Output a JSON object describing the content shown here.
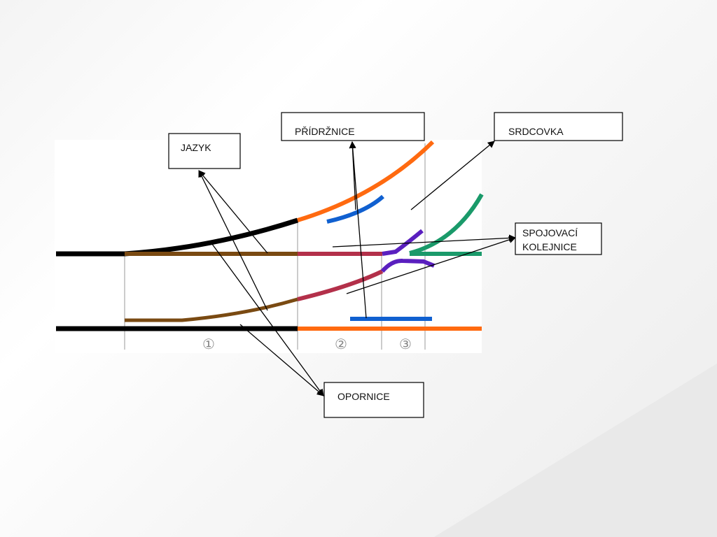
{
  "labels": {
    "jazyk": "JAZYK",
    "pridrznice": "PŘÍDRŽNICE",
    "srdcovka": "SRDCOVKA",
    "spojovaci_line1": "SPOJOVACÍ",
    "spojovaci_line2": "KOLEJNICE",
    "opornice": "OPORNICE"
  },
  "sections": [
    "①",
    "②",
    "③"
  ],
  "colors": {
    "stock_rail": "#000000",
    "switch_rail": "#7a4a12",
    "closure_rail": "#b3304a",
    "wing": "#5a1fbf",
    "frog": "#1a9a6a",
    "outer_rail": "#ff6a10",
    "check_rail": "#1060d0"
  }
}
